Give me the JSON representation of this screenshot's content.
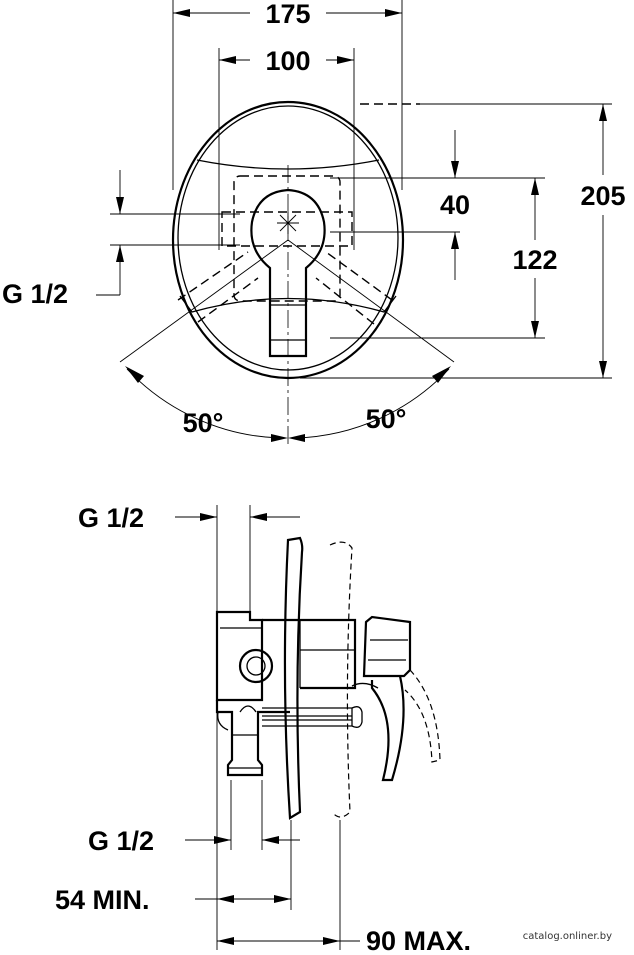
{
  "dimensions": {
    "width_175": "175",
    "width_100": "100",
    "height_205": "205",
    "offset_40": "40",
    "offset_122": "122",
    "thread_top": "G 1/2",
    "angle_left": "50°",
    "angle_right": "50°",
    "side_thread_top": "G 1/2",
    "side_thread_bottom": "G 1/2",
    "depth_min": "54 MIN.",
    "depth_max": "90 MAX."
  },
  "watermark": "catalog.onliner.by"
}
